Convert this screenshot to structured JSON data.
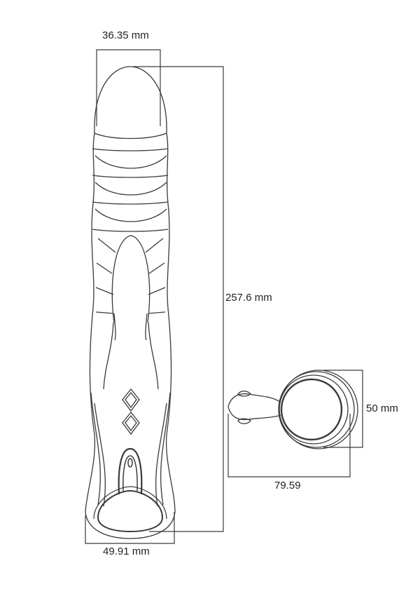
{
  "diagram": {
    "subject": "product dimension drawing",
    "views": [
      "front view",
      "end view"
    ],
    "line_color": "#3a3a3a",
    "background": "#ffffff"
  },
  "dimensions": {
    "tip_width": "36.35 mm",
    "total_length": "257.6 mm",
    "base_width": "49.91 mm",
    "end_height": "50 mm",
    "end_length": "79.59"
  }
}
